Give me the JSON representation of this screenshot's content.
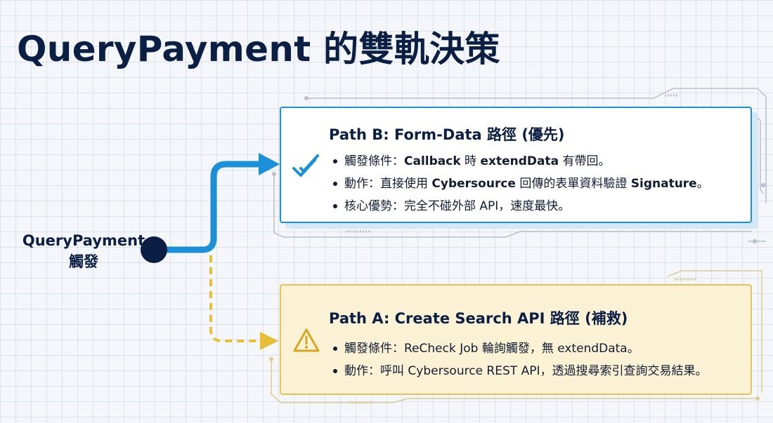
{
  "title": "QueryPayment 的雙軌決策",
  "trigger": {
    "line1": "QueryPayment",
    "line2": "觸發"
  },
  "path_b": {
    "title": "Path B: Form-Data 路徑 (優先)",
    "bullets": [
      {
        "label": "觸發條件：",
        "parts": [
          "Callback",
          " 時 ",
          "extendData",
          " 有帶回。"
        ]
      },
      {
        "label": "動作：",
        "parts": [
          "直接使用 ",
          "Cybersource",
          "  回傳的表單資料驗證 ",
          "Signature",
          "。"
        ]
      },
      {
        "label": "核心優勢：",
        "parts": [
          "完全不碰外部 API，速度最快。"
        ]
      }
    ],
    "icon": "double-check-icon",
    "accent": "#1b8fd8"
  },
  "path_a": {
    "title": "Path A: Create Search API 路徑 (補救)",
    "bullets": [
      {
        "label": "觸發條件：",
        "text": "ReCheck Job 輪詢觸發，無 extendData。"
      },
      {
        "label": "動作：",
        "text": "呼叫 Cybersource REST API，透過搜尋索引查詢交易結果。"
      }
    ],
    "icon": "warning-icon",
    "accent": "#e2c45a"
  }
}
